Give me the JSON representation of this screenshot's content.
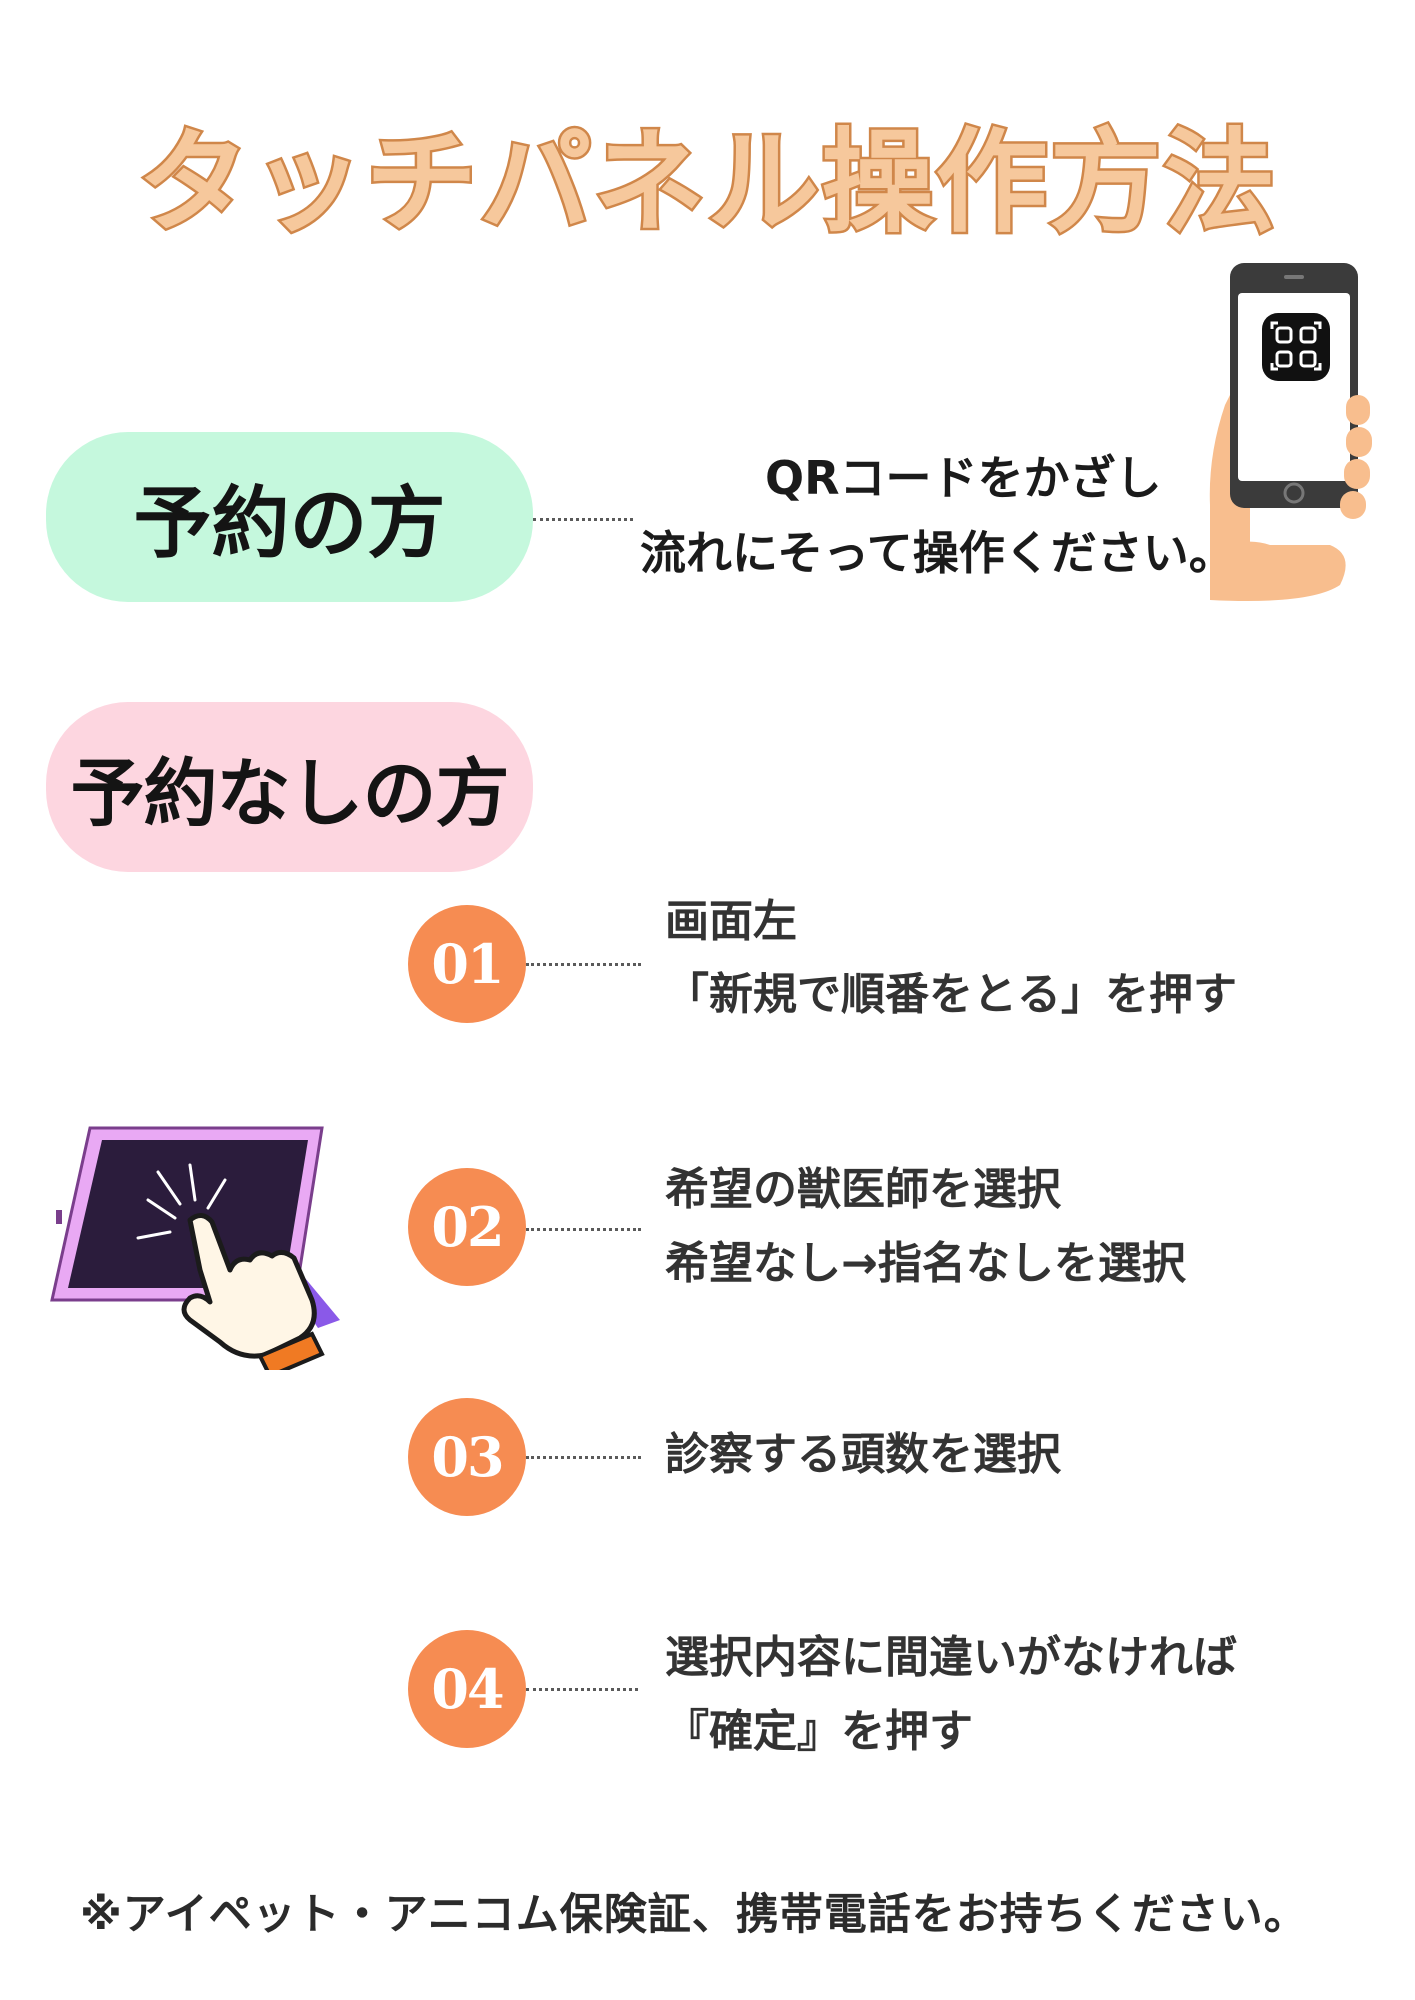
{
  "title": "タッチパネル操作方法",
  "reserved": {
    "label": "予約の方",
    "lines": [
      "QRコードをかざし",
      "流れにそって操作ください。"
    ]
  },
  "walkin": {
    "label": "予約なしの方",
    "steps": [
      {
        "number": "01",
        "lines": [
          "画面左",
          "「新規で順番をとる」を押す"
        ]
      },
      {
        "number": "02",
        "lines": [
          "希望の獣医師を選択",
          "希望なし→指名なしを選択"
        ]
      },
      {
        "number": "03",
        "lines": [
          "診察する頭数を選択"
        ]
      },
      {
        "number": "04",
        "lines": [
          "選択内容に間違いがなければ",
          "『確定』を押す"
        ]
      }
    ]
  },
  "footnote": "※アイペット・アニコム保険証、携帯電話をお持ちください。",
  "colors": {
    "title_fill": "#f6c89c",
    "title_stroke": "#d0874a",
    "reserved_pill": "#c5f8dd",
    "walkin_pill": "#fdd6e0",
    "step_circle": "#f68c52"
  },
  "icons": [
    "phone-qr-icon",
    "tablet-touch-icon"
  ]
}
